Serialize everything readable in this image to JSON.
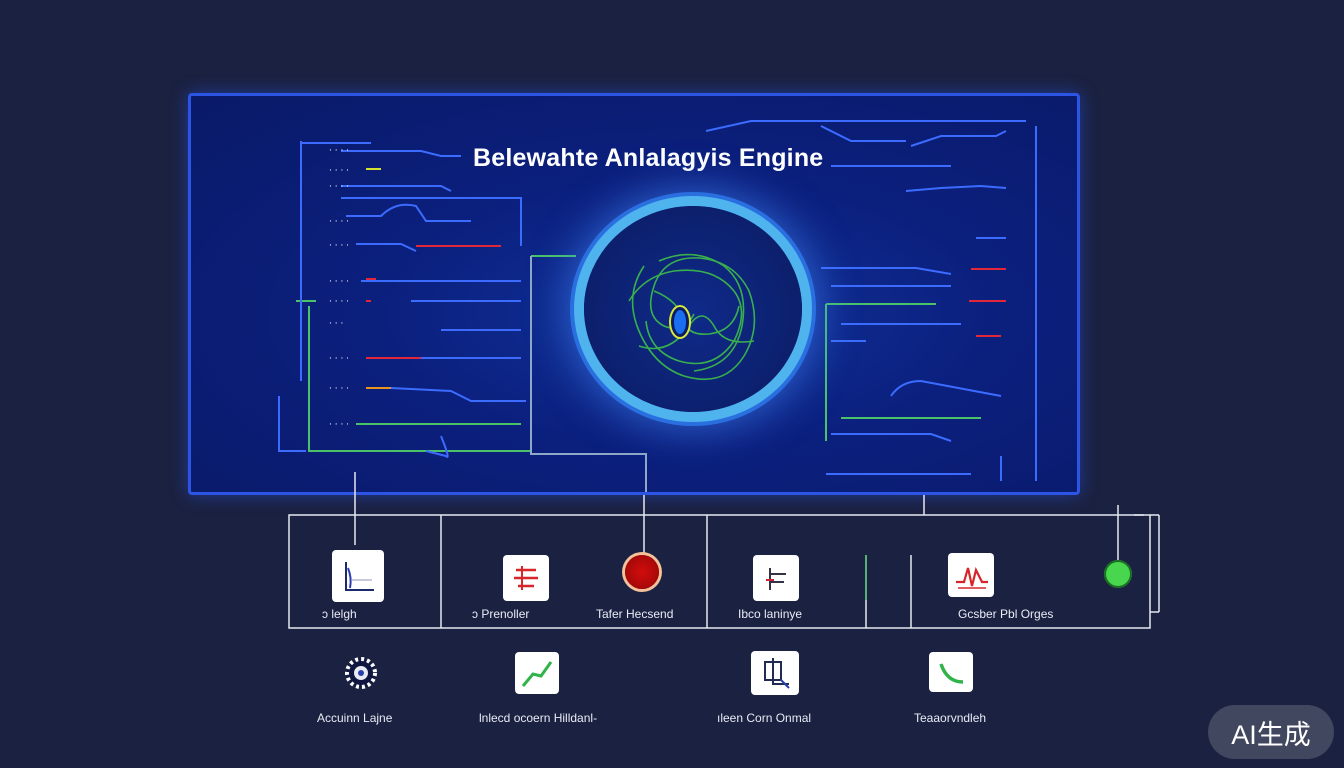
{
  "panel": {
    "title": "Belewahte Anlalagyis Engine"
  },
  "modules": {
    "row1": [
      {
        "label": "ɔ lelgh",
        "icon": "chart-icon"
      },
      {
        "label": "ɔ Prenoller",
        "icon": "equalizer-icon"
      },
      {
        "label": "Tafer Hecsend",
        "icon": "red-record-icon"
      },
      {
        "label": "Ibco laninye",
        "icon": "formula-icon"
      },
      {
        "label": "Gcsber Pbl Orges",
        "icon": "waveform-icon"
      }
    ],
    "row2": [
      {
        "label": "Accuinn Lajne",
        "icon": "gear-icon"
      },
      {
        "label": "lnlecd ocoern Hilldanl-",
        "icon": "trend-icon"
      },
      {
        "label": "ıleen Corn Onmal",
        "icon": "circuit-icon"
      },
      {
        "label": "Teaaorvndleh",
        "icon": "curve-icon"
      }
    ]
  },
  "watermark": "AI生成",
  "colors": {
    "background": "#1b2140",
    "panel": "#0b1f7d",
    "panel_border": "#2c55e6",
    "ring": "#4fb3ee",
    "trace_blue": "#3b6cff",
    "trace_red": "#e0283a",
    "trace_green": "#49c26a"
  }
}
